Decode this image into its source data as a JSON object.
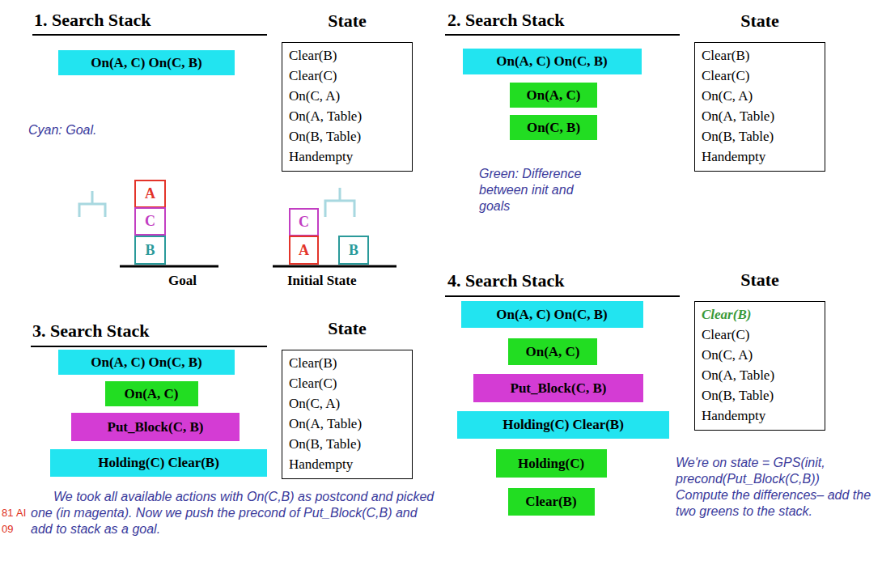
{
  "diagram": {
    "nodes": [
      {
        "text": [
          "On(A, C) On(C, B)"
        ]
      },
      {
        "text": [
          "State",
          "Clear(B)",
          "Clear(C)",
          "On(C, A)",
          "On(A, Table)",
          "On(B, Table)",
          "Handempty"
        ]
      },
      {
        "text": [
          "A"
        ]
      },
      {
        "text": [
          "C"
        ]
      },
      {
        "text": [
          "B"
        ]
      },
      {
        "text": [
          "C"
        ]
      },
      {
        "text": [
          "A"
        ]
      },
      {
        "text": [
          "B"
        ]
      },
      {
        "text": [
          "On(A, C) On(C, B)"
        ]
      },
      {
        "text": [
          "On(A, C)"
        ]
      },
      {
        "text": [
          "On(C, B)"
        ]
      },
      {
        "text": [
          "State",
          "Clear(B)",
          "Clear(C)",
          "On(C, A)",
          "On(A, Table)",
          "On(B, Table)",
          "Handempty"
        ]
      },
      {
        "text": [
          "On(A, C) On(C, B)"
        ]
      },
      {
        "text": [
          "On(A, C)"
        ]
      },
      {
        "text": [
          "Put_Block(C, B)"
        ]
      },
      {
        "text": [
          "Holding(C) Clear(B)"
        ]
      },
      {
        "text": [
          "State",
          "Clear(B)",
          "Clear(C)",
          "On(C, A)",
          "On(A, Table)",
          "On(B, Table)",
          "Handempty"
        ]
      },
      {
        "text": [
          "On(A, C) On(C, B)"
        ]
      },
      {
        "text": [
          "On(A, C)"
        ]
      },
      {
        "text": [
          "Put_Block(C, B)"
        ]
      },
      {
        "text": [
          "Holding(C) Clear(B)"
        ]
      },
      {
        "text": [
          "Holding(C)"
        ]
      },
      {
        "text": [
          "Clear(B)"
        ]
      },
      {
        "text": [
          "State",
          "Clear(B)",
          "Clear(C)",
          "On(C, A)",
          "On(A, Table)",
          "On(B, Table)",
          "Handempty"
        ]
      }
    ],
    "labels": [
      "1. Search Stack",
      "Cyan: Goal.",
      "Goal",
      "Initial State",
      "2. Search Stack",
      "Green: Difference between init and goals",
      "3. Search Stack",
      "We took all available actions with On(C,B) as postcond and picked one (in magenta). Now we push the precond of Put_Block(C,B) and add to stack as a goal.",
      "81",
      "AI",
      "09",
      "4. Search Stack",
      "We're on state = GPS(init, precond(Put_Block(C,B)) Compute the differences– add the two greens to the stack."
    ]
  }
}
